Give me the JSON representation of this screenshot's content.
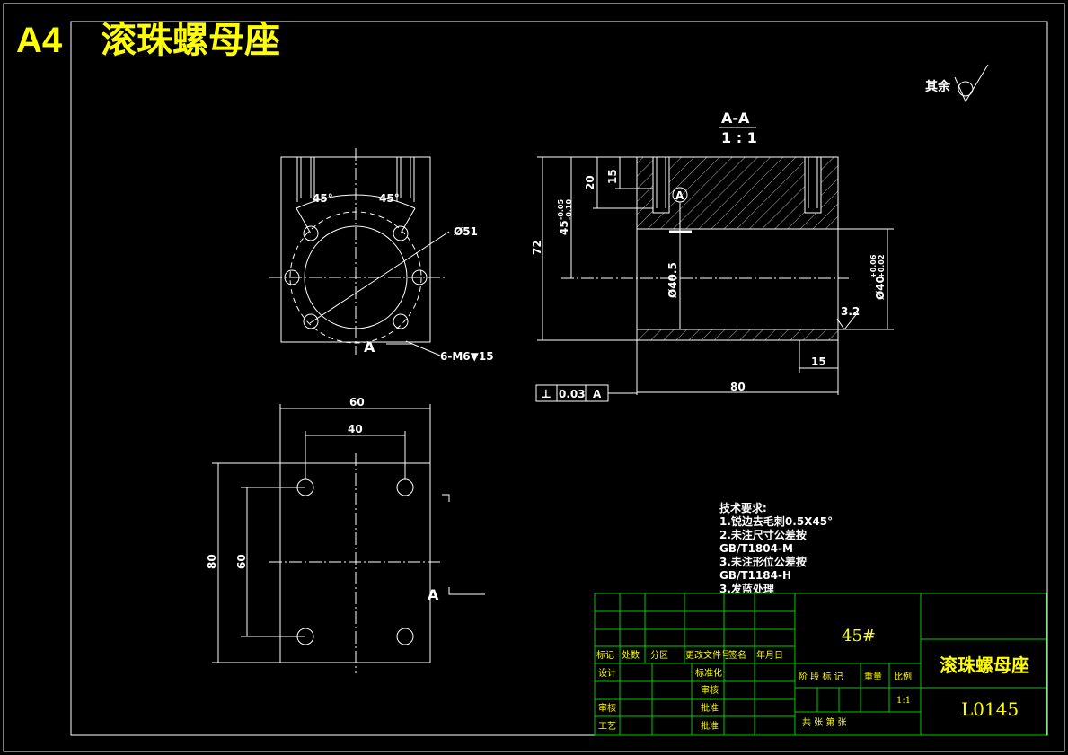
{
  "header": {
    "sheet_size": "A4",
    "title": "滚珠螺母座"
  },
  "roughness_note": {
    "label": "其余"
  },
  "section": {
    "name": "A-A",
    "scale": "1 : 1"
  },
  "front_view": {
    "angle_left": "45°",
    "angle_right": "45°",
    "dia_pcd": "Ø51",
    "hole_note": "6-M6▼15",
    "section_marker": "A"
  },
  "section_view": {
    "dim_depth_15": "15",
    "dim_depth_20": "20",
    "dim_tol": "45",
    "dim_tol_up": "-0.05",
    "dim_tol_lo": "-0.10",
    "dim_height": "72",
    "dim_bore": "Ø40.5",
    "dim_fit": "Ø40",
    "dim_fit_up": "+0.06",
    "dim_fit_lo": "+0.02",
    "roughness": "3.2",
    "dim_15": "15",
    "dim_length": "80",
    "datum_bubble": "A"
  },
  "tolerance_frame": {
    "symbol": "⊥",
    "value": "0.03",
    "datum": "A"
  },
  "bottom_view": {
    "dim_60": "60",
    "dim_40": "40",
    "dim_80": "80",
    "dim_60v": "60",
    "section_marker": "A"
  },
  "tech_req": {
    "heading": "技术要求:",
    "lines": [
      "1.锐边去毛刺0.5X45°",
      "2.未注尺寸公差按",
      "GB/T1804-M",
      "3.未注形位公差按",
      "GB/T1184-H",
      "3.发蓝处理"
    ]
  },
  "title_block": {
    "material": "45#",
    "part_name": "滚珠螺母座",
    "drawing_no": "L0145",
    "row_labels": [
      "标记",
      "处数",
      "分区",
      "更改文件号",
      "签名",
      "年月日"
    ],
    "design": "设计",
    "standardize": "标准化",
    "audit": "审核",
    "process": "工艺",
    "check": "审核",
    "approve": "批准",
    "approve2": "批准",
    "stage_mark": "阶 段 标 记",
    "weight": "重量",
    "ratio": "比例",
    "scale_val": "1:1",
    "sheets": "共  张  第  张"
  }
}
